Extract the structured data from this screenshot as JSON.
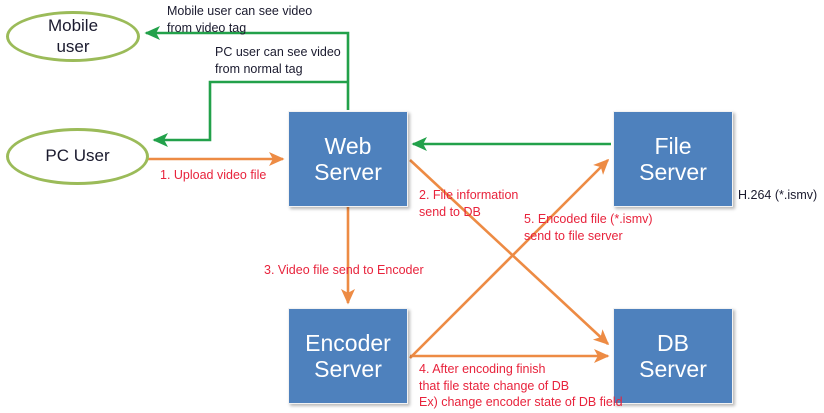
{
  "diagram": {
    "title": "Video upload / encoding / playback server architecture",
    "colors": {
      "box_fill": "#4e81bd",
      "box_text": "#ffffff",
      "ellipse_stroke": "#9bbb59",
      "flow_orange": "#ed8b44",
      "flow_green": "#22a14a",
      "label_red": "#e8233c",
      "label_black": "#1a1a2e",
      "background": "#ffffff"
    },
    "actors": [
      {
        "id": "mobile-user",
        "label": "Mobile\nuser"
      },
      {
        "id": "pc-user",
        "label": "PC User"
      }
    ],
    "nodes": [
      {
        "id": "web-server",
        "label": "Web\nServer"
      },
      {
        "id": "file-server",
        "label": "File\nServer"
      },
      {
        "id": "encoder-server",
        "label": "Encoder\nServer"
      },
      {
        "id": "db-server",
        "label": "DB\nServer"
      }
    ],
    "annotations": {
      "mobile_tag": "Mobile user can see video\nfrom video tag",
      "pc_tag": "PC user can see video\nfrom normal tag",
      "step1": "1. Upload video file",
      "step2": "2. File information\n     send to DB",
      "step3": "3. Video file send to Encoder",
      "step4": "4. After encoding finish\n    that file state change of DB\nEx) change encoder state of DB field",
      "step5": "5. Encoded file (*.ismv)\n    send to file server",
      "codec": "H.264 (*.ismv)"
    },
    "flows": [
      {
        "id": "flow-upload",
        "from": "pc-user",
        "to": "web-server",
        "color": "#ed8b44",
        "label": "1. Upload video file"
      },
      {
        "id": "flow-file-info",
        "from": "web-server",
        "to": "db-server",
        "color": "#ed8b44",
        "label": "2. File information send to DB"
      },
      {
        "id": "flow-video-encoder",
        "from": "web-server",
        "to": "encoder-server",
        "color": "#ed8b44",
        "label": "3. Video file send to Encoder"
      },
      {
        "id": "flow-state-change",
        "from": "encoder-server",
        "to": "db-server",
        "color": "#ed8b44",
        "label": "4. After encoding finish that file state change of DB"
      },
      {
        "id": "flow-encoded-file",
        "from": "encoder-server",
        "to": "file-server",
        "color": "#ed8b44",
        "label": "5. Encoded file (*.ismv) send to file server"
      },
      {
        "id": "flow-file-to-web",
        "from": "file-server",
        "to": "web-server",
        "color": "#22a14a",
        "label": ""
      },
      {
        "id": "flow-web-to-mobile",
        "from": "web-server",
        "to": "mobile-user",
        "color": "#22a14a",
        "label": "Mobile user can see video from video tag"
      },
      {
        "id": "flow-web-to-pc",
        "from": "web-server",
        "to": "pc-user",
        "color": "#22a14a",
        "label": "PC user can see video from normal tag"
      }
    ]
  }
}
